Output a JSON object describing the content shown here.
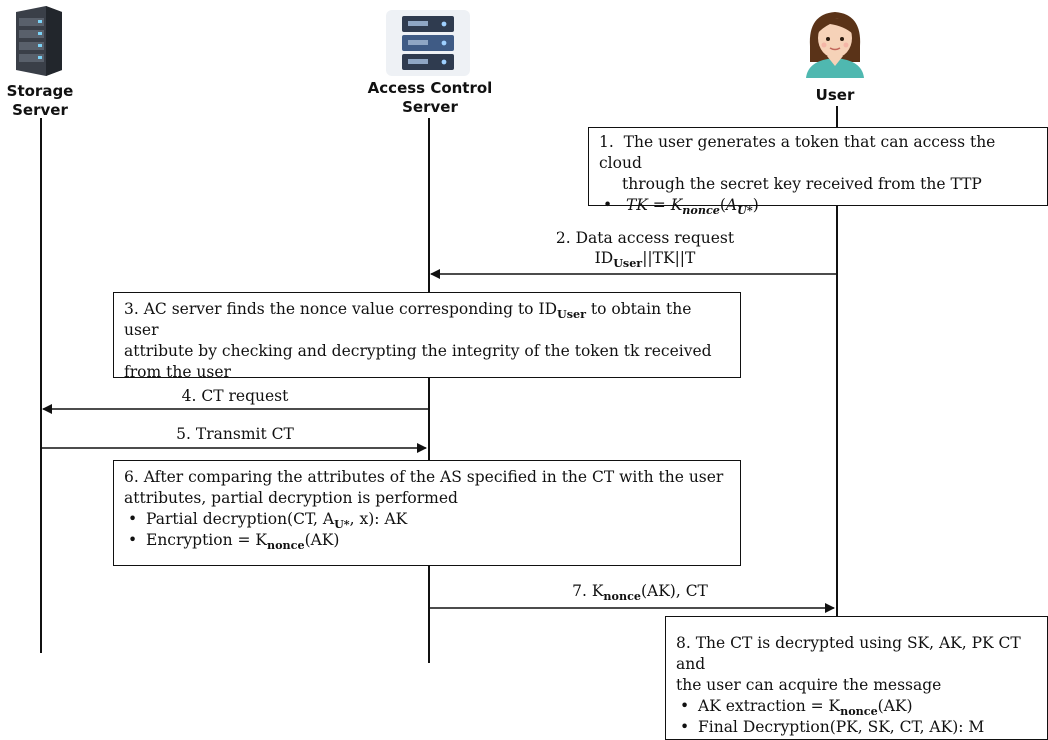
{
  "actors": {
    "storage": {
      "line1": "Storage",
      "line2": "Server"
    },
    "ac": {
      "line1": "Access Control",
      "line2": "Server"
    },
    "user": {
      "label": "User"
    }
  },
  "step1": {
    "num": "1.",
    "text_a": "The user generates a token that can access the cloud",
    "text_b": "through the secret key received from the TTP",
    "formula_lhs": "TK",
    "formula_eq": " = ",
    "formula_k": "K",
    "formula_k_sub": "nonce",
    "formula_arg_open": "(",
    "formula_arg": "A",
    "formula_arg_sub": "U*",
    "formula_arg_close": ")"
  },
  "step2": {
    "title": "2. Data access request",
    "id": "ID",
    "id_sub": "User",
    "rest": "||TK||T"
  },
  "step3": {
    "text_a": "3. AC server finds the nonce value corresponding to ID",
    "id_sub": "User",
    "text_b": " to obtain the user",
    "text_c": "attribute by checking and decrypting the integrity of the token tk received",
    "text_d": "from the user"
  },
  "step4": {
    "label": "4. CT request"
  },
  "step5": {
    "label": "5. Transmit CT"
  },
  "step6": {
    "text_a": "6. After comparing the attributes of the AS specified in the CT with the user",
    "text_b": "attributes, partial decryption is performed",
    "b1_a": "Partial decryption(CT, A",
    "b1_sub": "U*",
    "b1_b": ", x): AK",
    "b2_a": "Encryption = K",
    "b2_sub": "nonce",
    "b2_b": "(AK)"
  },
  "step7": {
    "a": "7. K",
    "sub": "nonce",
    "b": "(AK), CT"
  },
  "step8": {
    "text_a": "8. The CT is decrypted using SK, AK, PK CT and",
    "text_b": "the user can acquire the message",
    "b1_a": "AK extraction = K",
    "b1_sub": "nonce",
    "b1_b": "(AK)",
    "b2": "Final Decryption(PK, SK, CT, AK): M"
  },
  "colors": {
    "line": "#111111",
    "server_dark": "#2f3b4f",
    "server_blue": "#3f5b85",
    "skin": "#f6d2b8",
    "hair": "#5a3318",
    "shirt": "#4fb8b0"
  }
}
